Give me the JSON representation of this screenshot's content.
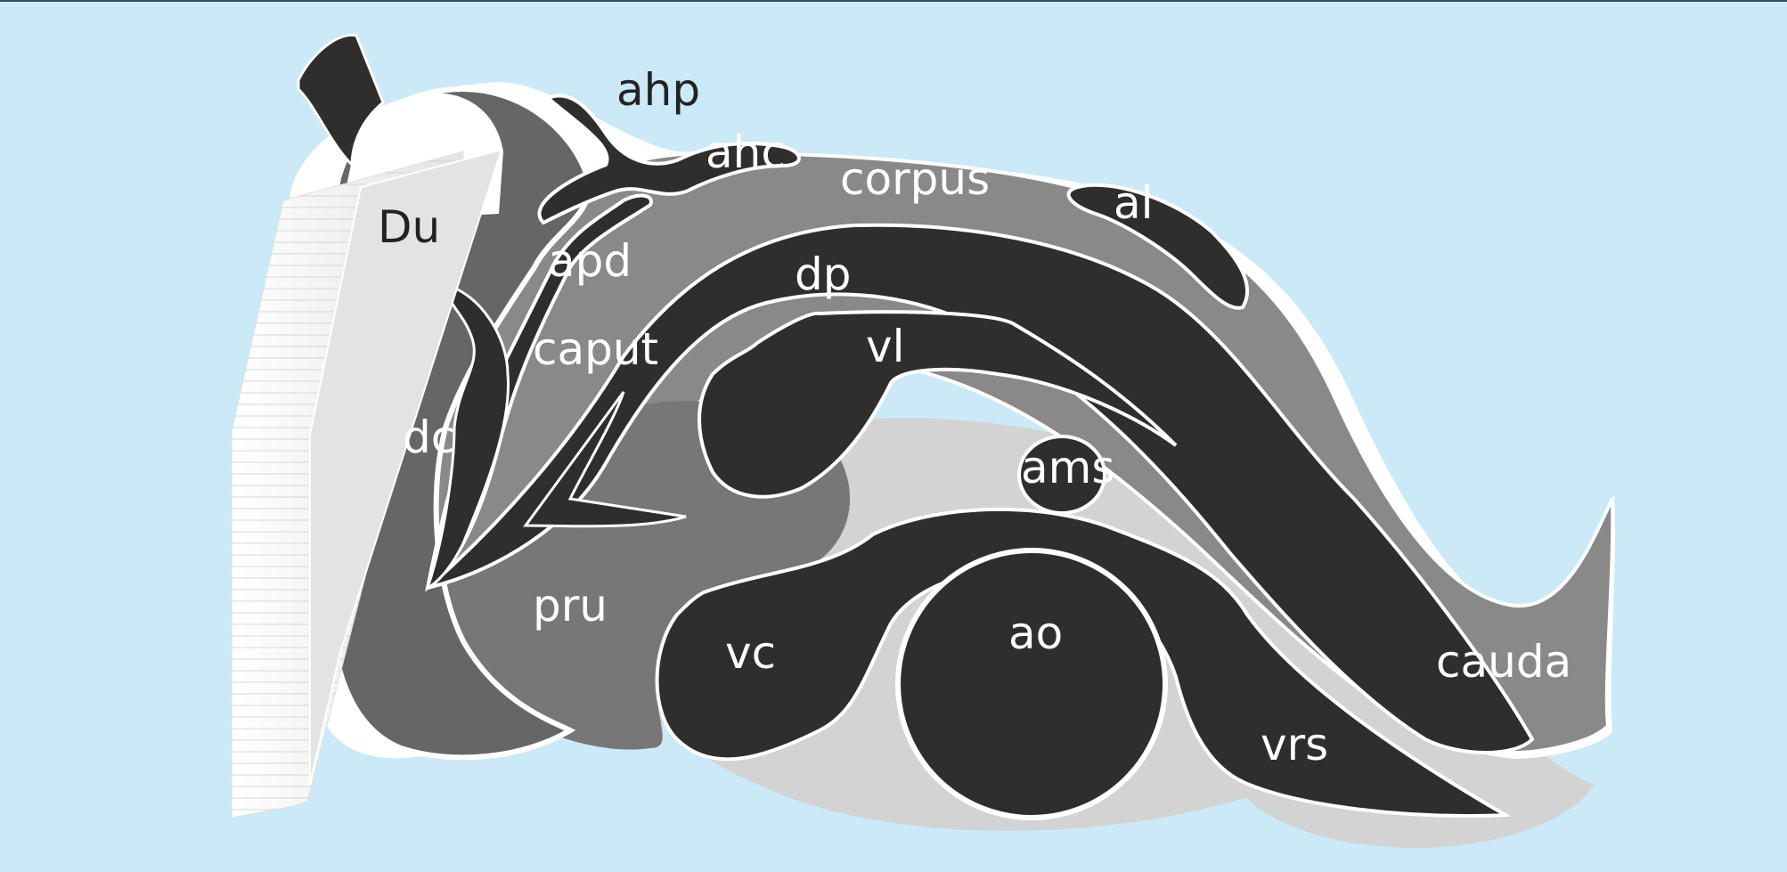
{
  "diagram": {
    "background_color": "#cbe9f7",
    "labels": {
      "ahp": "ahp",
      "ahc": "ahc",
      "corpus": "corpus",
      "al": "al",
      "du": "Du",
      "apd": "apd",
      "dp": "dp",
      "caput": "caput",
      "vl": "vl",
      "dc": "dc",
      "ams": "ams",
      "pru": "pru",
      "vc": "vc",
      "ao": "ao",
      "vrs": "vrs",
      "cauda": "cauda"
    },
    "colors": {
      "dark_structure": "#2f2e2c",
      "caput_corpus_cauda": "#898989",
      "pru_region": "#777777",
      "du_back": "#666668",
      "light_region": "#d3d3d3",
      "outline": "#ffffff"
    }
  }
}
